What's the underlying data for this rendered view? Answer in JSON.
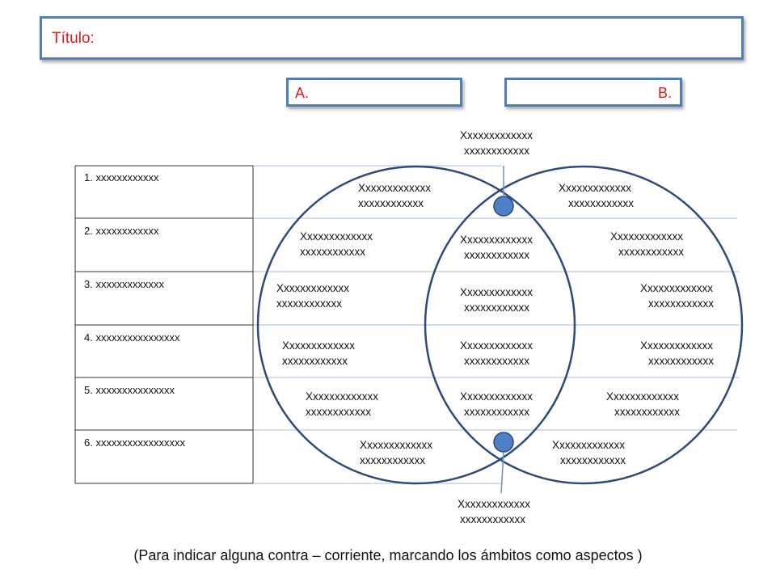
{
  "header": {
    "title_label": "Título:"
  },
  "sets": {
    "a_label": "A.",
    "b_label": "B."
  },
  "rows": [
    "1. xxxxxxxxxxxx",
    "2. xxxxxxxxxxxx",
    "3. xxxxxxxxxxxxx",
    "4. xxxxxxxxxxxxxxxx",
    "5.  xxxxxxxxxxxxxxx",
    "6. xxxxxxxxxxxxxxxxx"
  ],
  "cells": {
    "top_annotation": [
      "Xxxxxxxxxxxxx",
      "xxxxxxxxxxxx"
    ],
    "left": [
      [
        "Xxxxxxxxxxxxx",
        "xxxxxxxxxxxx"
      ],
      [
        "Xxxxxxxxxxxxx",
        "xxxxxxxxxxxx"
      ],
      [
        "Xxxxxxxxxxxxx",
        "xxxxxxxxxxxx"
      ],
      [
        "Xxxxxxxxxxxxx",
        "xxxxxxxxxxxx"
      ],
      [
        "Xxxxxxxxxxxxx",
        "xxxxxxxxxxxx"
      ],
      [
        "Xxxxxxxxxxxxx",
        "xxxxxxxxxxxx"
      ]
    ],
    "middle": [
      [
        "Xxxxxxxxxxxxx",
        "xxxxxxxxxxxx"
      ],
      [
        "Xxxxxxxxxxxxx",
        "xxxxxxxxxxxx"
      ],
      [
        "Xxxxxxxxxxxxx",
        "xxxxxxxxxxxx"
      ],
      [
        "Xxxxxxxxxxxxx",
        "xxxxxxxxxxxx"
      ]
    ],
    "right": [
      [
        "Xxxxxxxxxxxxx",
        "xxxxxxxxxxxx"
      ],
      [
        "Xxxxxxxxxxxxx",
        "xxxxxxxxxxxx"
      ],
      [
        "Xxxxxxxxxxxxx",
        "xxxxxxxxxxxx"
      ],
      [
        "Xxxxxxxxxxxxx",
        "xxxxxxxxxxxx"
      ],
      [
        "Xxxxxxxxxxxxx",
        "xxxxxxxxxxxx"
      ],
      [
        "Xxxxxxxxxxxxx",
        "xxxxxxxxxxxx"
      ]
    ],
    "bottom_annotation": [
      "Xxxxxxxxxxxxx",
      "xxxxxxxxxxxx"
    ]
  },
  "footer_note": "(Para indicar alguna contra – corriente, marcando los ámbitos como aspectos )",
  "colors": {
    "accent_red": "#e31a1a",
    "circle_stroke": "#2e4a7a",
    "box_border": "#4f7fb5",
    "dot_fill": "#4f7fc4"
  }
}
